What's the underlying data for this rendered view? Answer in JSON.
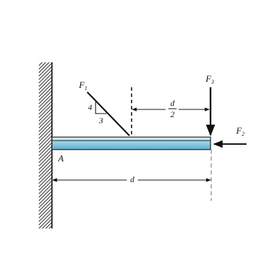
{
  "figure": {
    "point_a": "A",
    "force_1": {
      "name": "F",
      "sub": "1"
    },
    "force_2": {
      "name": "F",
      "sub": "2"
    },
    "force_3": {
      "name": "F",
      "sub": "3"
    },
    "slope": {
      "rise": "4",
      "run": "3"
    },
    "half_span": {
      "numerator": "d",
      "denominator": "2"
    },
    "span": "d"
  },
  "colors": {
    "ink": "#111111",
    "beam_fill": "#8ecde0",
    "beam_light": "#cfeaf4",
    "beam_edge": "#1a1a1a",
    "wall_hatch": "#333333",
    "dashed_extension": "#a0a0a0"
  }
}
